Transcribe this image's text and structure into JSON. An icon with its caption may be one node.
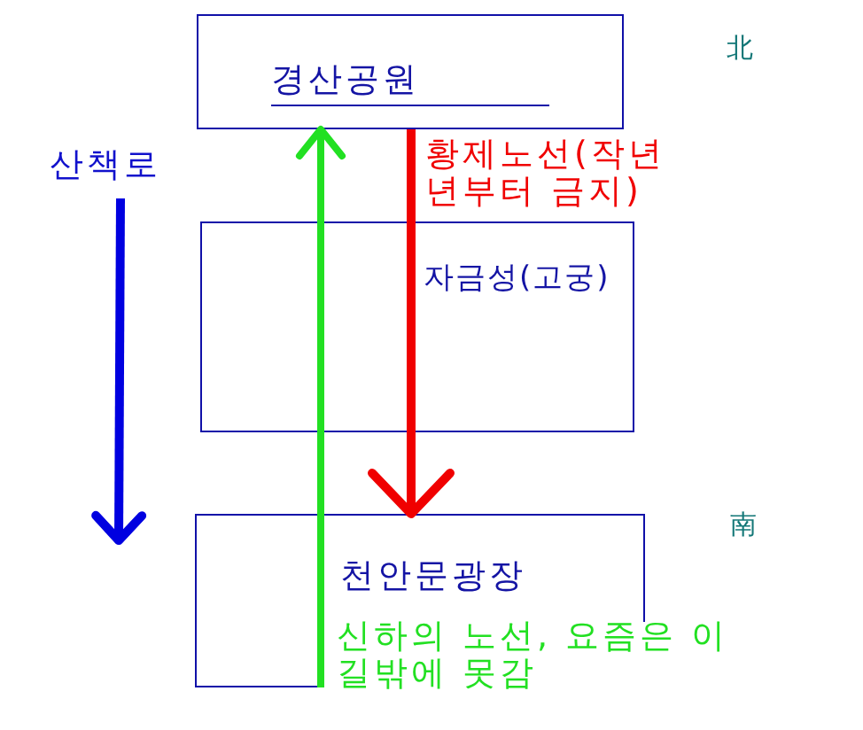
{
  "diagram": {
    "nodes": [
      {
        "text": [
          "경산공원"
        ]
      },
      {
        "text": [
          "자금성(고궁)"
        ]
      },
      {
        "text": [
          "천안문광장"
        ]
      }
    ],
    "edges": [
      {
        "from": 0,
        "to": 1,
        "arrow": "none",
        "label": "황제노선(작년 년부터 금지)",
        "color": "#f00000"
      },
      {
        "from": 1,
        "to": 2,
        "arrow": "to",
        "color": "#f00000"
      },
      {
        "from": 2,
        "to": 1,
        "arrow": "none",
        "label": "신하의 노선, 요즘은 이 길밖에 못감",
        "color": "#22e022"
      },
      {
        "from": 1,
        "to": 0,
        "arrow": "to",
        "color": "#22e022"
      }
    ],
    "labels": [
      "北",
      "산책로",
      "南"
    ]
  }
}
